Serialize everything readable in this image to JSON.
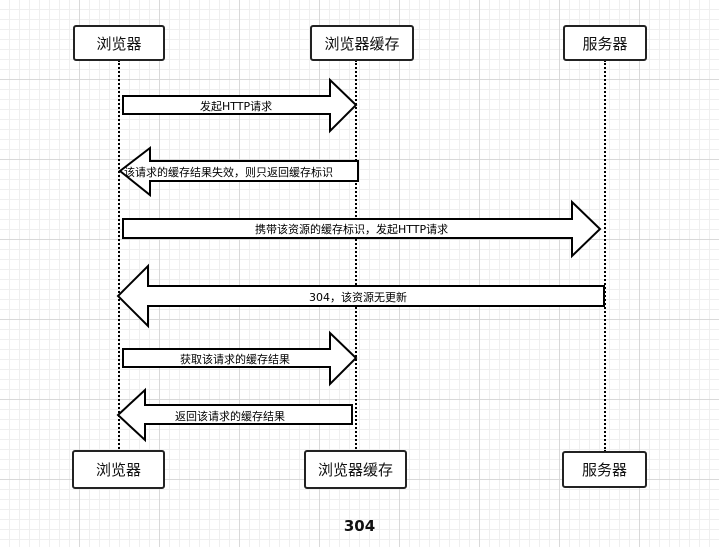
{
  "participants": {
    "browser": "浏览器",
    "cache": "浏览器缓存",
    "server": "服务器"
  },
  "messages": [
    {
      "from": "browser",
      "to": "cache",
      "label": "发起HTTP请求"
    },
    {
      "from": "cache",
      "to": "browser",
      "label": "该请求的缓存结果失效，则只返回缓存标识"
    },
    {
      "from": "browser",
      "to": "server",
      "label": "携带该资源的缓存标识，发起HTTP请求"
    },
    {
      "from": "server",
      "to": "browser",
      "label": "304，该资源无更新"
    },
    {
      "from": "browser",
      "to": "cache",
      "label": "获取该请求的缓存结果"
    },
    {
      "from": "cache",
      "to": "browser",
      "label": "返回该请求的缓存结果"
    }
  ],
  "caption": "304"
}
